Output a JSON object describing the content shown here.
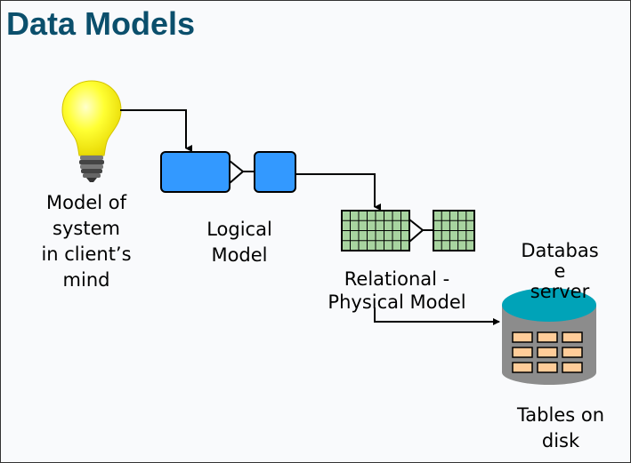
{
  "title": "Data Models",
  "labels": {
    "client_mind": "Model of\nsystem\nin client’s\nmind",
    "logical": "Logical\nModel",
    "relational": "Relational -\nPhysical Model",
    "db_server": "Databas\ne\nserver",
    "tables": "Tables on\ndisk"
  },
  "icons": [
    "lightbulb-icon",
    "entity-box-icon",
    "crows-foot-icon",
    "table-grid-icon",
    "database-cylinder-icon"
  ],
  "colors": {
    "title": "#0b4f6c",
    "background": "#f9fafc",
    "bulb": "#ffff00",
    "entity": "#3399ff",
    "grid": "#a8d4a0",
    "cylinder_top": "#00a3b8",
    "cylinder_body": "#8c8c8c",
    "disk_cell": "#ffcc99"
  }
}
